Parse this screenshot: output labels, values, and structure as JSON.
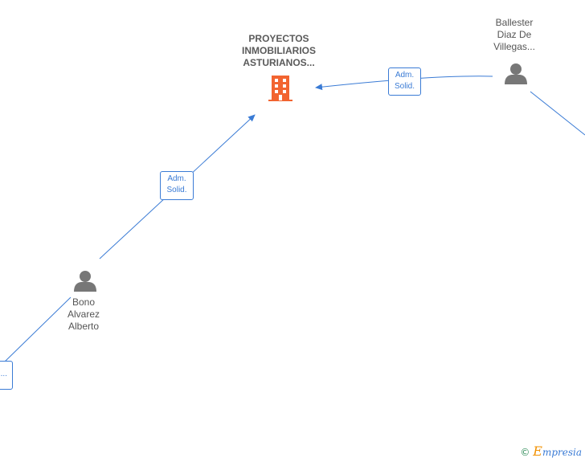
{
  "company": {
    "name_lines": [
      "PROYECTOS",
      "INMOBILIARIOS",
      "ASTURIANOS..."
    ],
    "icon": "building-icon",
    "color": "#f26430"
  },
  "persons": [
    {
      "id": "ballester",
      "name_lines": [
        "Ballester",
        "Diaz De",
        "Villegas..."
      ],
      "icon": "person-icon"
    },
    {
      "id": "bono",
      "name_lines": [
        "Bono",
        "Alvarez",
        "Alberto"
      ],
      "icon": "person-icon"
    }
  ],
  "relations": [
    {
      "from": "ballester",
      "to": "company",
      "label_lines": [
        "Adm.",
        "Solid."
      ]
    },
    {
      "from": "bono",
      "to": "company",
      "label_lines": [
        "Adm.",
        "Solid."
      ]
    },
    {
      "from": "offscreen-left",
      "to": "bono",
      "label_lines": [
        "..."
      ]
    }
  ],
  "footer": {
    "copyright": "©",
    "brand_initial": "E",
    "brand_rest": "mpresia"
  },
  "colors": {
    "edge": "#3a7bd5",
    "person": "#777777",
    "text": "#555555"
  }
}
